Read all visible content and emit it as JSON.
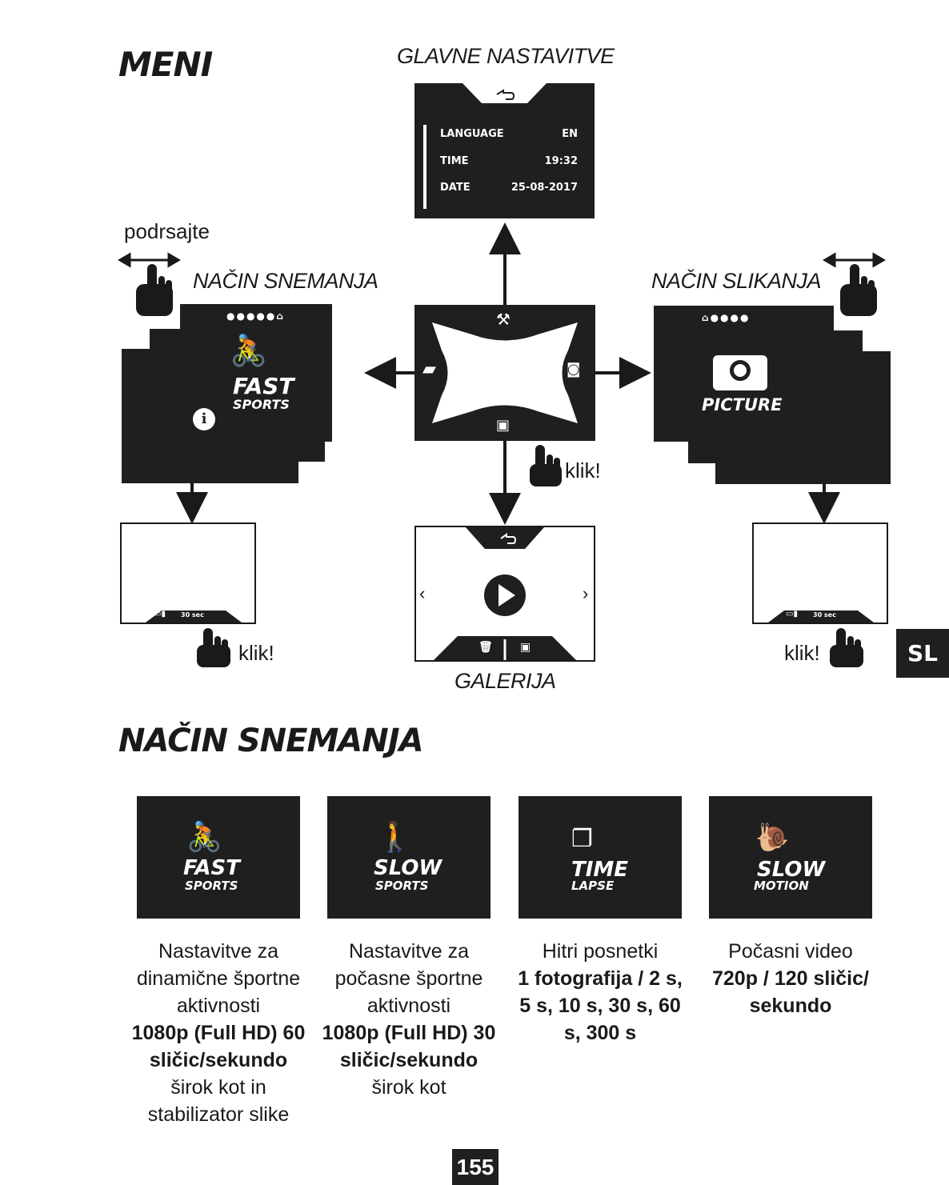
{
  "headings": {
    "meni": "MENI",
    "glavne": "GLAVNE NASTAVITVE",
    "nacin_snemanja": "NAČIN SNEMANJA",
    "nacin_slikanja": "NAČIN SLIKANJA",
    "galerija": "GALERIJA",
    "section2": "NAČIN SNEMANJA"
  },
  "hints": {
    "swipe": "podrsajte",
    "click_center": "klik!",
    "click_left": "klik!",
    "click_right": "klik!"
  },
  "settings": {
    "rows": [
      {
        "label": "LANGUAGE",
        "value": "EN"
      },
      {
        "label": "TIME",
        "value": "19:32"
      },
      {
        "label": "DATE",
        "value": "25-08-2017"
      }
    ]
  },
  "video_screen": {
    "line1": "FAST",
    "line2": "SPORTS",
    "info": "i"
  },
  "photo_screen": {
    "label": "PICTURE"
  },
  "preview": {
    "left_status": "30 sec",
    "right_status": "30 sec"
  },
  "lang_tab": "SL",
  "page_number": "155",
  "modes": [
    {
      "line1": "FAST",
      "line2": "SPORTS",
      "desc_lines": [
        "Nastavitve za",
        "dinamične športne",
        "aktivnosti"
      ],
      "desc_bold": [
        "1080p (Full HD) 60",
        "sličic/sekundo"
      ],
      "desc_tail": [
        "širok kot in",
        "stabilizator slike"
      ]
    },
    {
      "line1": "SLOW",
      "line2": "SPORTS",
      "desc_lines": [
        "Nastavitve za",
        "počasne športne",
        "aktivnosti"
      ],
      "desc_bold": [
        "1080p (Full HD) 30",
        "sličic/sekundo"
      ],
      "desc_tail": [
        "širok kot"
      ]
    },
    {
      "line1": "TIME",
      "line2": "LAPSE",
      "desc_lines": [
        "Hitri posnetki"
      ],
      "desc_bold": [
        "1 fotografija / 2 s,",
        "5 s, 10 s, 30 s, 60",
        "s, 300 s"
      ],
      "desc_tail": []
    },
    {
      "line1": "SLOW",
      "line2": "MOTION",
      "desc_lines": [
        "Počasni video"
      ],
      "desc_bold": [
        "720p / 120 sličic/",
        "sekundo"
      ],
      "desc_tail": []
    }
  ],
  "colors": {
    "screen": "#1f1f1f",
    "ink": "#1a1a1a",
    "paper": "#ffffff"
  }
}
